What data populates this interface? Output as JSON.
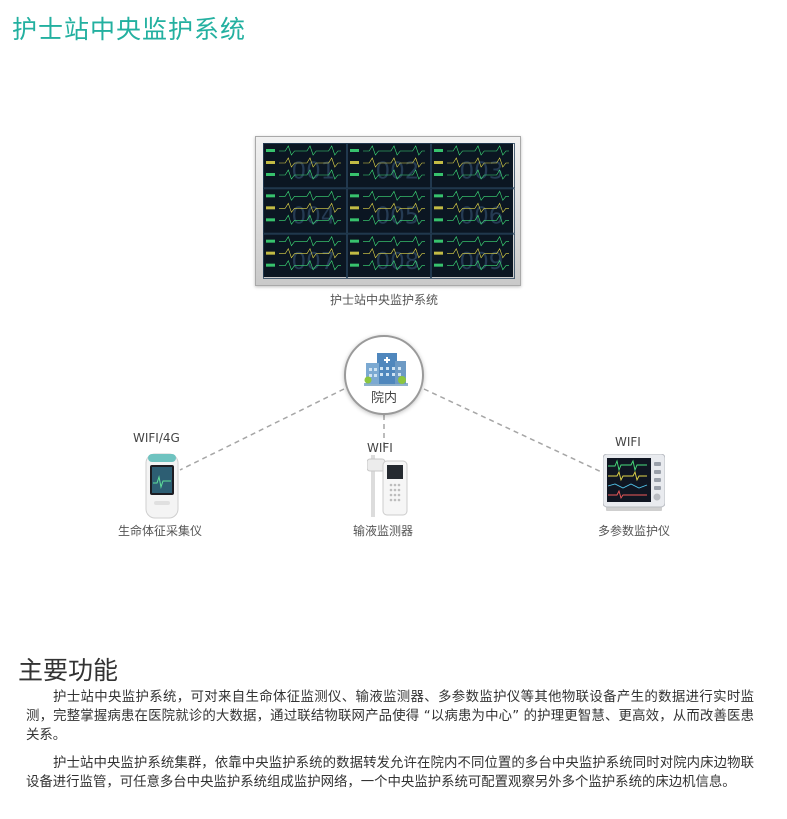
{
  "page_title": "护士站中央监护系统",
  "center": {
    "caption": "护士站中央监护系统",
    "bed_numbers": [
      "001",
      "002",
      "003",
      "004",
      "005",
      "006",
      "007",
      "008",
      "009"
    ]
  },
  "hub": {
    "label": "院内"
  },
  "devices": [
    {
      "connection": "WIFI/4G",
      "caption": "生命体征采集仪",
      "icon": "handheld-vital-sign-collector-icon"
    },
    {
      "connection": "WIFI",
      "caption": "输液监测器",
      "icon": "infusion-monitor-icon"
    },
    {
      "connection": "WIFI",
      "caption": "多参数监护仪",
      "icon": "multi-parameter-monitor-icon"
    }
  ],
  "section": {
    "title": "主要功能",
    "paragraphs": [
      "护士站中央监护系统，可对来自生命体征监测仪、输液监测器、多参数监护仪等其他物联设备产生的数据进行实时监测，完整掌握病患在医院就诊的大数据，通过联结物联网产品使得 “以病患为中心” 的护理更智慧、更高效，从而改善医患关系。",
      "护士站中央监护系统集群，依靠中央监护系统的数据转发允许在院内不同位置的多台中央监护系统同时对院内床边物联设备进行监管，可任意多台中央监护系统组成监护网络，一个中央监护系统可配置观察另外多个监护系统的床边机信息。"
    ]
  },
  "colors": {
    "title_accent": "#23b0a0",
    "link_line": "#a6a6a6",
    "screen_bg": "#0b1622",
    "wave_green": "#3fe07a",
    "wave_yellow": "#e3d84a"
  }
}
